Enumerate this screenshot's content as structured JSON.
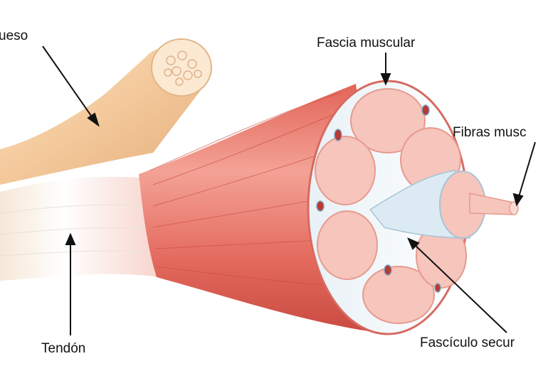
{
  "labels": {
    "hueso": "ueso",
    "fascia": "Fascia muscular",
    "fibras": "Fibras musc",
    "tendon": "Tendón",
    "fasciculo": "Fascículo secur"
  },
  "colors": {
    "muscle": "#e56e62",
    "muscle_light": "#f2a49a",
    "muscle_dark": "#c94a40",
    "bone": "#f3c89a",
    "bone_light": "#fbe6cc",
    "tendon": "#f4f2ee",
    "fascia": "#e4eef4",
    "fiber_pink": "#f6c5bc",
    "blood_vessel": "#b73a33"
  }
}
